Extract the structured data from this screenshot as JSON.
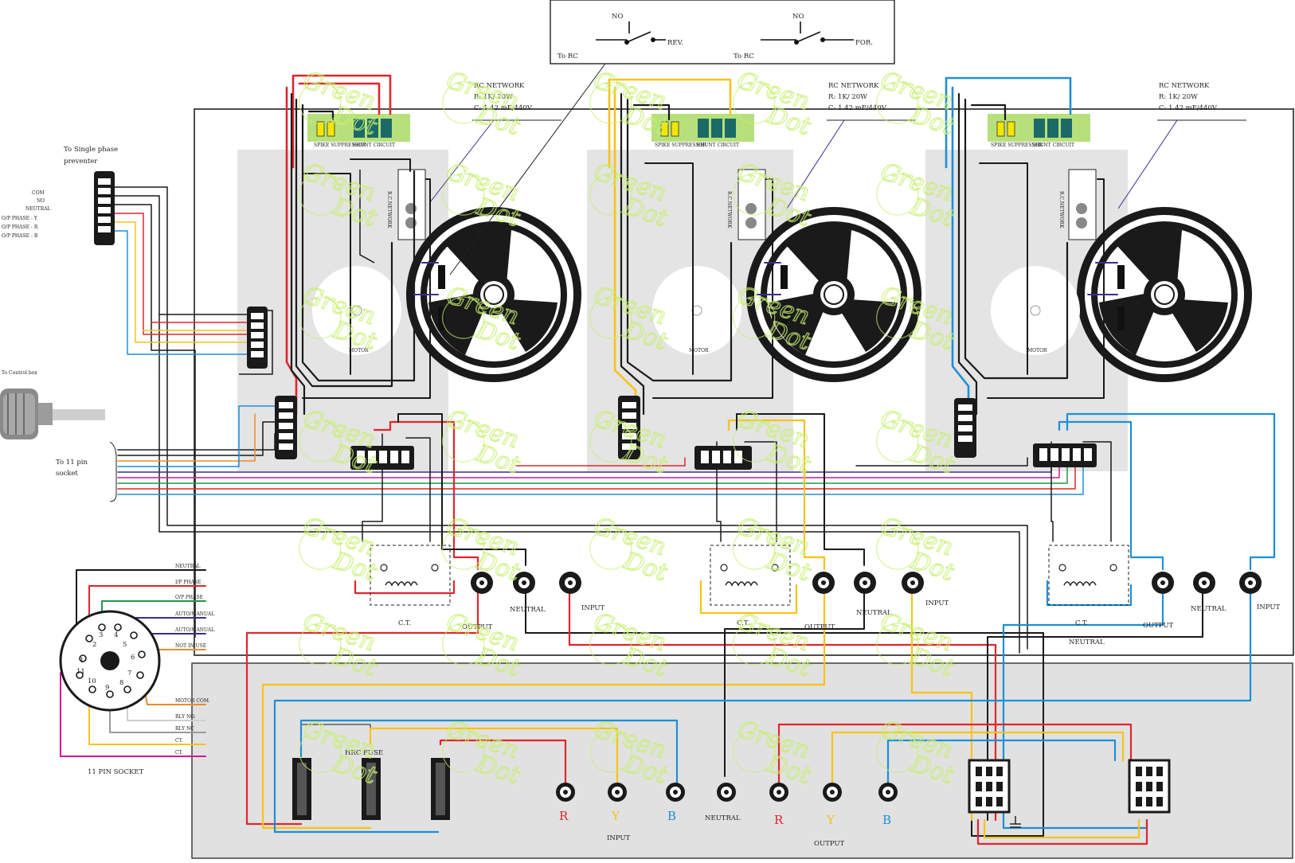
{
  "labels": {
    "switch_no_left": "NO",
    "switch_no_right": "NO",
    "rev": "REV.",
    "for": "FOR.",
    "to_rc_left": "To RC",
    "to_rc_right": "To RC",
    "rc_network_title": "RC NETWORK",
    "rc_network_r": "R: 1K/ 20W",
    "rc_network_c": "C: 1.42 mF/440V",
    "spike_suppressor": "SPIKE SUPPRESSOR",
    "shunt_circuit": "SHUNT CIRCUIT",
    "rc_network_vertical": "R.C.NETWORK",
    "motor": "MOTOR",
    "to_single_phase_preventer": "To Single phase preventer",
    "spp_terminals": [
      "COM",
      "NO",
      "NEUTRAL",
      "O/P PHASE - R",
      "O/P PHASE - Y",
      "O/P PHASE - B"
    ],
    "to_control_box": "To Control box",
    "to_11_pin_socket": "To 11 pin socket",
    "socket_title": "11 PIN SOCKET",
    "socket_pins": [
      "1",
      "2",
      "3",
      "4",
      "5",
      "6",
      "7",
      "8",
      "9",
      "10",
      "11"
    ],
    "socket_wires": [
      "NEUTRAL",
      "I/P PHASE",
      "O/P PHASE",
      "AUTO/MANUAL",
      "AUTO/MANUAL",
      "NOT IN USE",
      "MOTOR COM.",
      "RLY NO.",
      "RLY NC",
      "CT.",
      "CT."
    ],
    "ct": "C.T.",
    "output": "OUTPUT",
    "neutral": "NEUTRAL",
    "input": "INPUT",
    "hrc_fuse": "HRC FUSE",
    "phase_r": "R",
    "phase_y": "Y",
    "phase_b": "B",
    "watermark_line1": "Green",
    "watermark_line2": "Dot"
  },
  "colors": {
    "red": "#e0262b",
    "yellow": "#f7c21a",
    "blue": "#1d8fd6",
    "green": "#1d9a47",
    "black": "#1a1a1a",
    "purple": "#3d2c8f",
    "magenta": "#d3168d",
    "orange": "#e98b2e",
    "grey_panel": "#e1e1e1",
    "watermark": "#c7ef71"
  }
}
